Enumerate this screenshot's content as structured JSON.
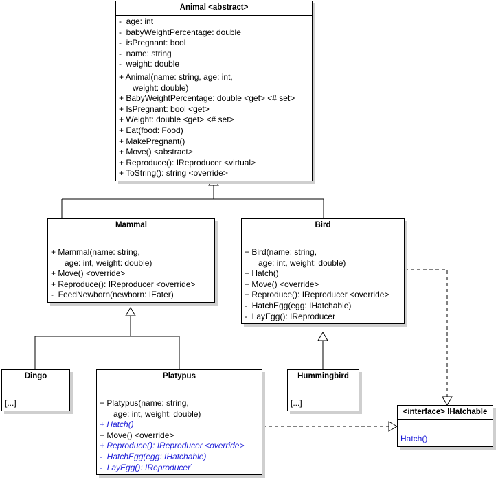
{
  "diagram": {
    "title": "Animal class hierarchy UML diagram",
    "accent_blue": "#1c1cd8",
    "line_color": "#000000",
    "shadow_color": "#cfcfcf",
    "background": "#ffffff"
  },
  "classes": {
    "animal": {
      "name": "Animal <abstract>",
      "attributes": [
        "-  age: int",
        "-  babyWeightPercentage: double",
        "-  isPregnant: bool",
        "-  name: string",
        "-  weight: double"
      ],
      "operations": [
        "+ Animal(name: string, age: int,",
        "      weight: double)",
        "+ BabyWeightPercentage: double <get> <# set>",
        "+ IsPregnant: bool <get>",
        "+ Weight: double <get> <# set>",
        "+ Eat(food: Food)",
        "+ MakePregnant()",
        "+ Move() <abstract>",
        "+ Reproduce(): IReproducer <virtual>",
        "+ ToString(): string <override>"
      ]
    },
    "mammal": {
      "name": "Mammal",
      "attributes": [],
      "operations": [
        "+ Mammal(name: string,",
        "      age: int, weight: double)",
        "+ Move() <override>",
        "+ Reproduce(): IReproducer <override>",
        "-  FeedNewborn(newborn: IEater)"
      ]
    },
    "bird": {
      "name": "Bird",
      "attributes": [],
      "operations": [
        "+ Bird(name: string,",
        "      age: int, weight: double)",
        "+ Hatch()",
        "+ Move() <override>",
        "+ Reproduce(): IReproducer <override>",
        "-  HatchEgg(egg: IHatchable)",
        "-  LayEgg(): IReproducer"
      ]
    },
    "dingo": {
      "name": "Dingo",
      "attributes": [],
      "operations": [
        "[...]"
      ]
    },
    "platypus": {
      "name": "Platypus",
      "attributes": [],
      "operations": [
        {
          "text": "+ Platypus(name: string,",
          "blue": false
        },
        {
          "text": "      age: int, weight: double)",
          "blue": false
        },
        {
          "text": "+ Hatch()",
          "blue": true
        },
        {
          "text": "+ Move() <override>",
          "blue": false
        },
        {
          "text": "+ Reproduce(): IReproducer <override>",
          "blue": true
        },
        {
          "text": "-  HatchEgg(egg: IHatchable)",
          "blue": true
        },
        {
          "text": "-  LayEgg(): IReproducer`",
          "blue": true
        }
      ]
    },
    "hummingbird": {
      "name": "Hummingbird",
      "attributes": [],
      "operations": [
        "[...]"
      ]
    },
    "ihatchable": {
      "name": "<interface> IHatchable",
      "attributes": [],
      "operations": [
        "Hatch()"
      ]
    }
  },
  "relationships": [
    {
      "name": "mammal-inherits-animal",
      "type": "generalization",
      "from": "Mammal",
      "to": "Animal"
    },
    {
      "name": "bird-inherits-animal",
      "type": "generalization",
      "from": "Bird",
      "to": "Animal"
    },
    {
      "name": "dingo-inherits-mammal",
      "type": "generalization",
      "from": "Dingo",
      "to": "Mammal"
    },
    {
      "name": "platypus-inherits-mammal",
      "type": "generalization",
      "from": "Platypus",
      "to": "Mammal"
    },
    {
      "name": "hummingbird-inherits-bird",
      "type": "generalization",
      "from": "Hummingbird",
      "to": "Bird"
    },
    {
      "name": "bird-realizes-ihatchable",
      "type": "realization",
      "from": "Bird",
      "to": "IHatchable"
    },
    {
      "name": "platypus-realizes-ihatchable",
      "type": "realization",
      "from": "Platypus",
      "to": "IHatchable"
    }
  ]
}
